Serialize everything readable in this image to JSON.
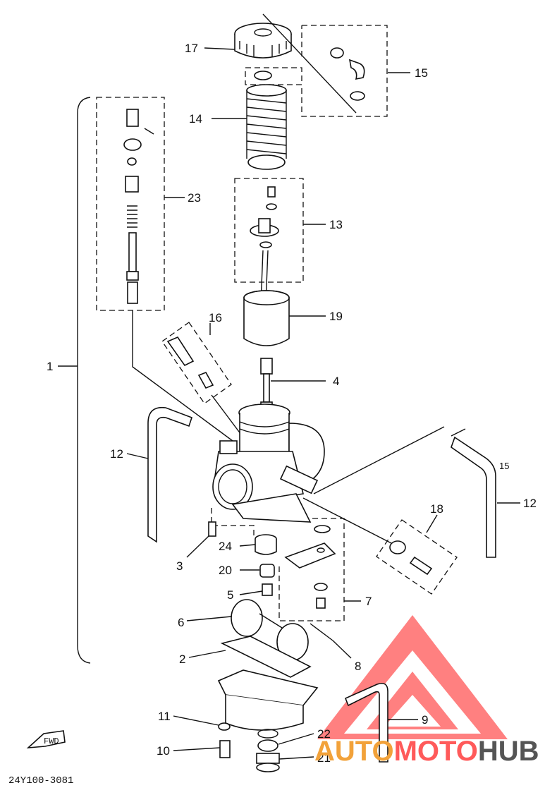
{
  "diagram_code": "24Y100-3081",
  "fwd_label": "FWD",
  "watermark": {
    "part1": "AUTO",
    "part2": "MOTO",
    "part3": "HUB"
  },
  "parts": {
    "p1": "1",
    "p2": "2",
    "p3": "3",
    "p4": "4",
    "p5": "5",
    "p6": "6",
    "p7": "7",
    "p8": "8",
    "p9": "9",
    "p10": "10",
    "p11": "11",
    "p12a": "12",
    "p12b": "12",
    "p13": "13",
    "p14": "14",
    "p15a": "15",
    "p15b": "15",
    "p16": "16",
    "p17": "17",
    "p18": "18",
    "p19": "19",
    "p20": "20",
    "p21": "21",
    "p22": "22",
    "p23": "23",
    "p24": "24"
  }
}
